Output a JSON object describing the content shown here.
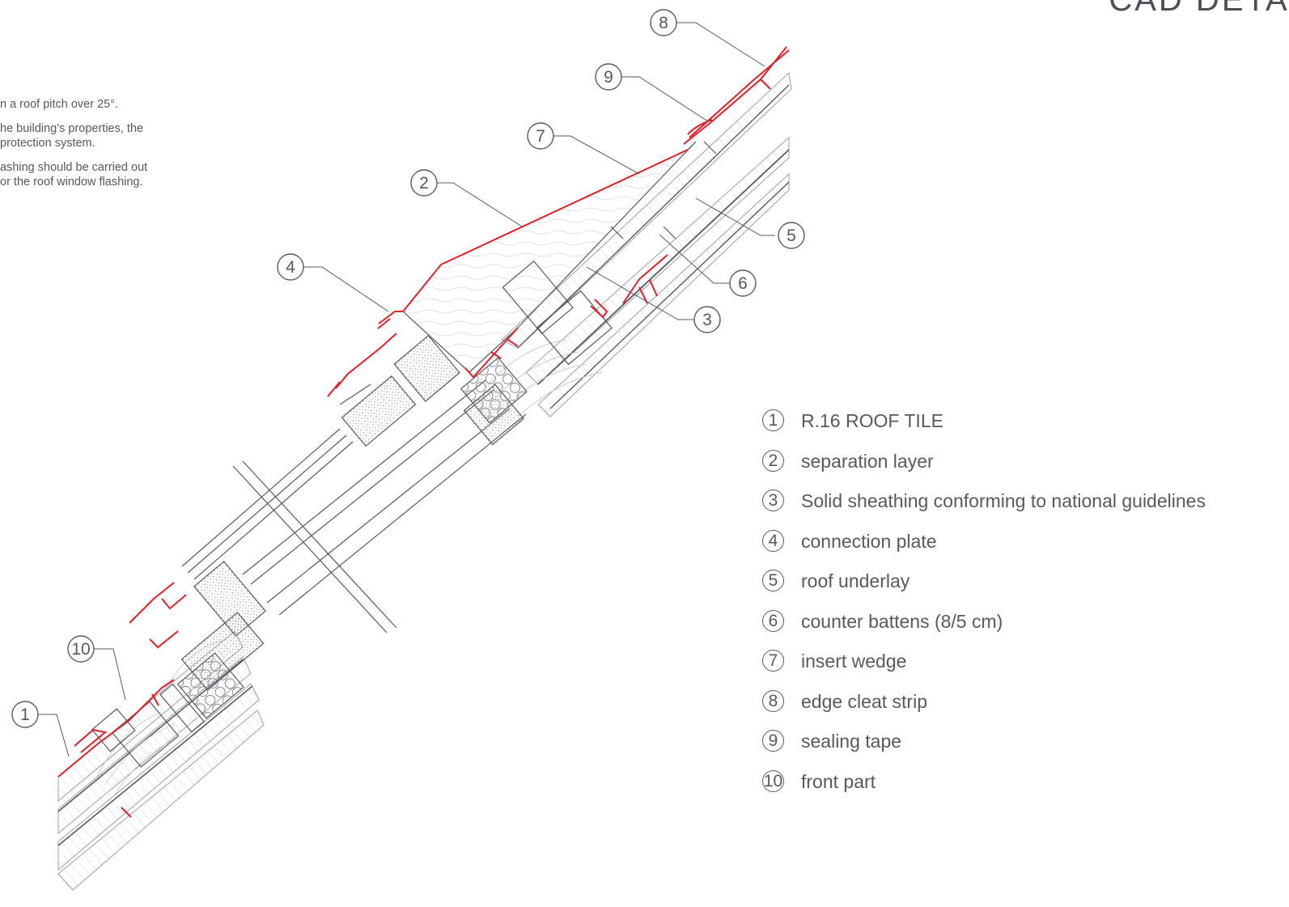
{
  "title": "CAD DETAIL",
  "notes": [
    "n a roof pitch over 25°.",
    "he building’s properties, the\nprotection system.",
    "ashing should be carried out\nor the roof window flashing."
  ],
  "legend": [
    {
      "num": "1",
      "label": "R.16 ROOF TILE"
    },
    {
      "num": "2",
      "label": "separation layer"
    },
    {
      "num": "3",
      "label": "Solid sheathing conforming to national guidelines"
    },
    {
      "num": "4",
      "label": "connection plate"
    },
    {
      "num": "5",
      "label": "roof underlay"
    },
    {
      "num": "6",
      "label": "counter battens (8/5 cm)"
    },
    {
      "num": "7",
      "label": "insert wedge"
    },
    {
      "num": "8",
      "label": "edge cleat strip"
    },
    {
      "num": "9",
      "label": "sealing tape"
    },
    {
      "num": "10",
      "label": "front part"
    }
  ],
  "callouts": [
    "8",
    "9",
    "7",
    "2",
    "5",
    "6",
    "4",
    "3",
    "10",
    "1"
  ],
  "colors": {
    "accent": "#e0202a",
    "line": "#555a5f",
    "hatch": "#c8ced4"
  }
}
